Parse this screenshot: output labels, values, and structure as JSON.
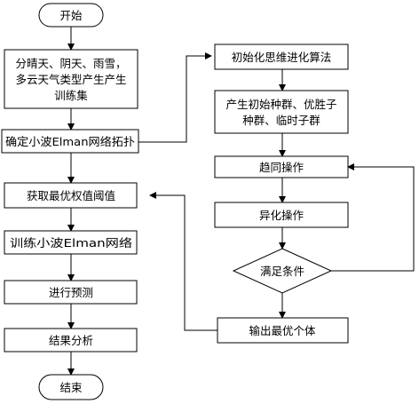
{
  "nodes": {
    "start": "开始",
    "split_weather": [
      "分晴天、阴天、雨雪，",
      "多云天气类型产生产生",
      "训练集"
    ],
    "determine_topology": "确定小波Elman网络拓扑",
    "get_weights": "获取最优权值阈值",
    "train_network": "训练小波Elman网络",
    "predict": "进行预测",
    "analyze": "结果分析",
    "end": "结束",
    "init_mea": "初始化思维进化算法",
    "gen_population": [
      "产生初始种群、优胜子",
      "种群、临时子群"
    ],
    "converge": "趋同操作",
    "dissimilate": "异化操作",
    "condition": "满足条件",
    "output_best": "输出最优个体"
  }
}
